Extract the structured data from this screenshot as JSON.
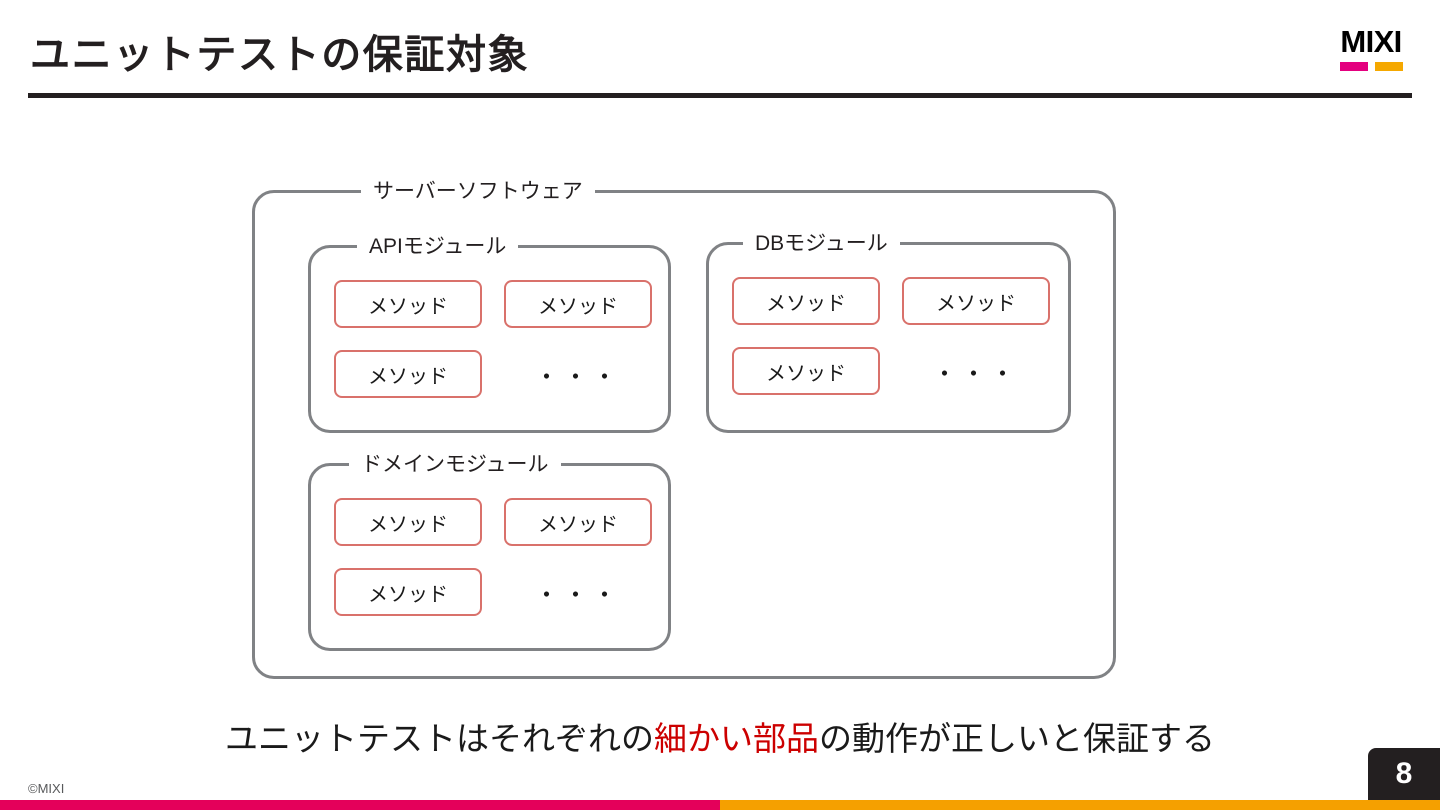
{
  "slide": {
    "title": "ユニットテストの保証対象",
    "page_number": "8",
    "copyright": "©MIXI"
  },
  "brand": {
    "wordmark": "MIXI",
    "pink": "#e4007f",
    "orange": "#f5a800",
    "footer_pink": "#e4005a",
    "footer_orange": "#f5a000"
  },
  "diagram": {
    "method_label": "メソッド",
    "ellipsis": "・・・",
    "border_gray": "#808285",
    "method_border": "#d9716b",
    "outer": {
      "label": "サーバーソフトウェア"
    },
    "modules": [
      {
        "key": "api",
        "label": "APIモジュール",
        "cells": [
          {
            "type": "method",
            "text": "メソッド"
          },
          {
            "type": "method",
            "text": "メソッド"
          },
          {
            "type": "method",
            "text": "メソッド"
          },
          {
            "type": "ellipsis",
            "text": "・・・"
          }
        ]
      },
      {
        "key": "db",
        "label": "DBモジュール",
        "cells": [
          {
            "type": "method",
            "text": "メソッド"
          },
          {
            "type": "method",
            "text": "メソッド"
          },
          {
            "type": "method",
            "text": "メソッド"
          },
          {
            "type": "ellipsis",
            "text": "・・・"
          }
        ]
      },
      {
        "key": "domain",
        "label": "ドメインモジュール",
        "cells": [
          {
            "type": "method",
            "text": "メソッド"
          },
          {
            "type": "method",
            "text": "メソッド"
          },
          {
            "type": "method",
            "text": "メソッド"
          },
          {
            "type": "ellipsis",
            "text": "・・・"
          }
        ]
      }
    ]
  },
  "caption": {
    "part1": "ユニットテストはそれぞれの",
    "highlight": "細かい部品",
    "part2": "の動作が正しいと保証する",
    "highlight_color": "#cc0000"
  }
}
